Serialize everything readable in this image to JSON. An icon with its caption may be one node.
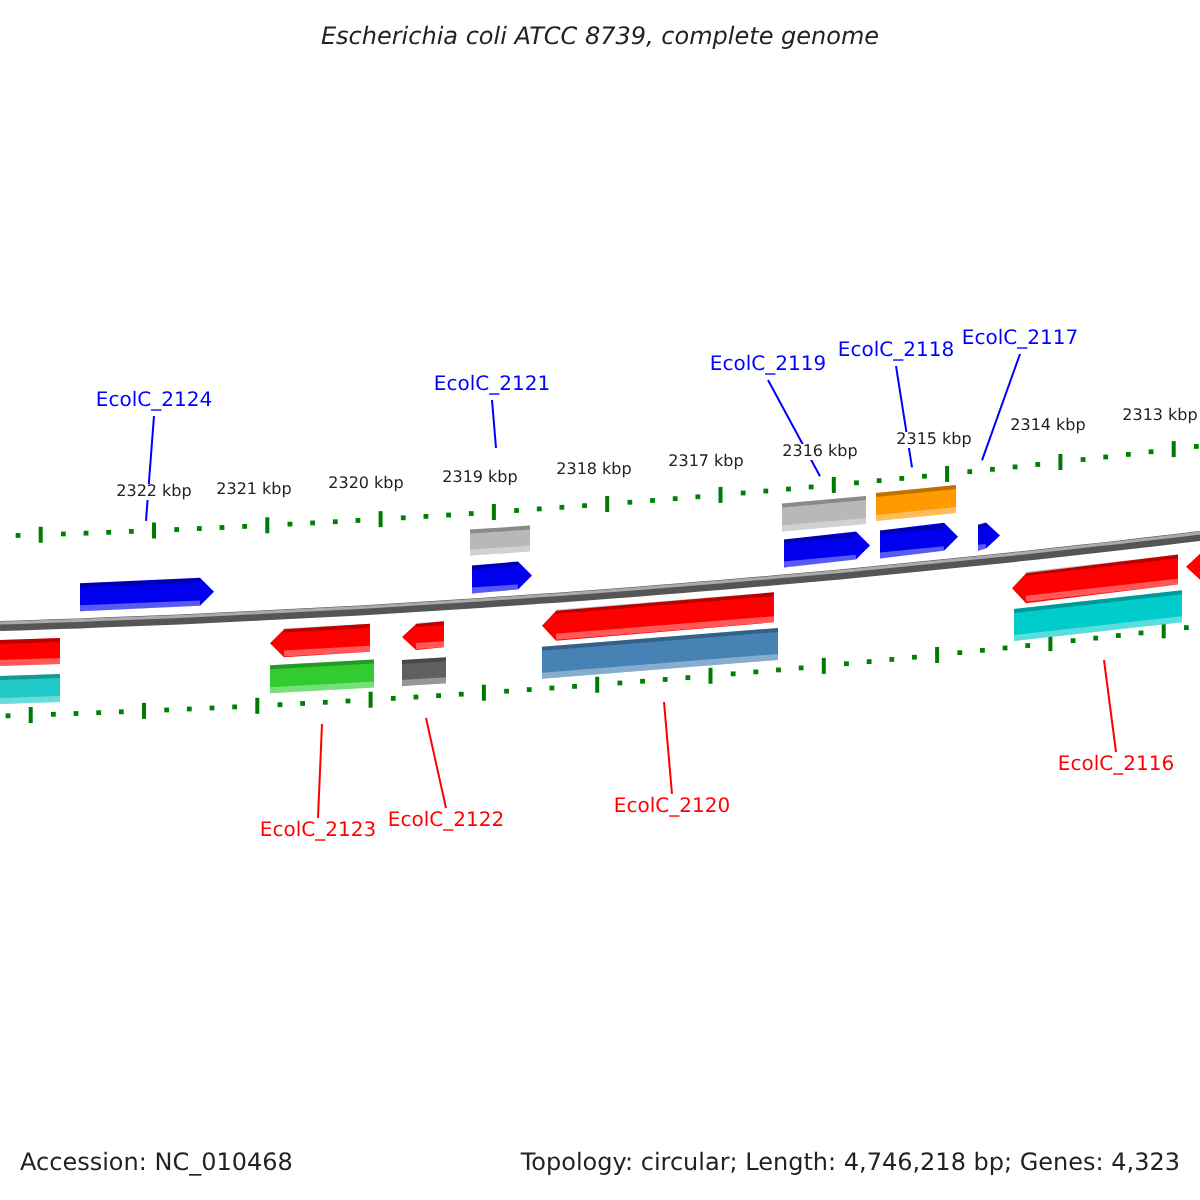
{
  "diagram": {
    "title": "Escherichia coli ATCC 8739, complete genome",
    "nodes": [
      {
        "text": [
          "EcolC_2124"
        ]
      },
      {
        "text": [
          "EcolC_2121"
        ]
      },
      {
        "text": [
          "EcolC_2119"
        ]
      },
      {
        "text": [
          "EcolC_2118"
        ]
      },
      {
        "text": [
          "EcolC_2117"
        ]
      },
      {
        "text": [
          "EcolC_2123"
        ]
      },
      {
        "text": [
          "EcolC_2122"
        ]
      },
      {
        "text": [
          "EcolC_2120"
        ]
      },
      {
        "text": [
          "EcolC_2116"
        ]
      }
    ],
    "edges": [
      {
        "from": 0,
        "to": null,
        "arrow": "none"
      },
      {
        "from": 1,
        "to": null,
        "arrow": "none"
      },
      {
        "from": 2,
        "to": null,
        "arrow": "none"
      },
      {
        "from": 3,
        "to": null,
        "arrow": "none"
      },
      {
        "from": 4,
        "to": null,
        "arrow": "none"
      },
      {
        "from": 5,
        "to": null,
        "arrow": "none",
        "color": "#ff0000"
      },
      {
        "from": 6,
        "to": null,
        "arrow": "none",
        "color": "#ff0000"
      },
      {
        "from": 7,
        "to": null,
        "arrow": "none",
        "color": "#ff0000"
      },
      {
        "from": 8,
        "to": null,
        "arrow": "none",
        "color": "#ff0000"
      }
    ],
    "labels": [
      "2322 kbp",
      "2321 kbp",
      "2320 kbp",
      "2319 kbp",
      "2318 kbp",
      "2317 kbp",
      "2316 kbp",
      "2315 kbp",
      "2314 kbp",
      "2313 kbp",
      "Accession: NC_010468",
      "Topology: circular; Length: 4,746,218 bp; Genes: 4,323"
    ]
  }
}
